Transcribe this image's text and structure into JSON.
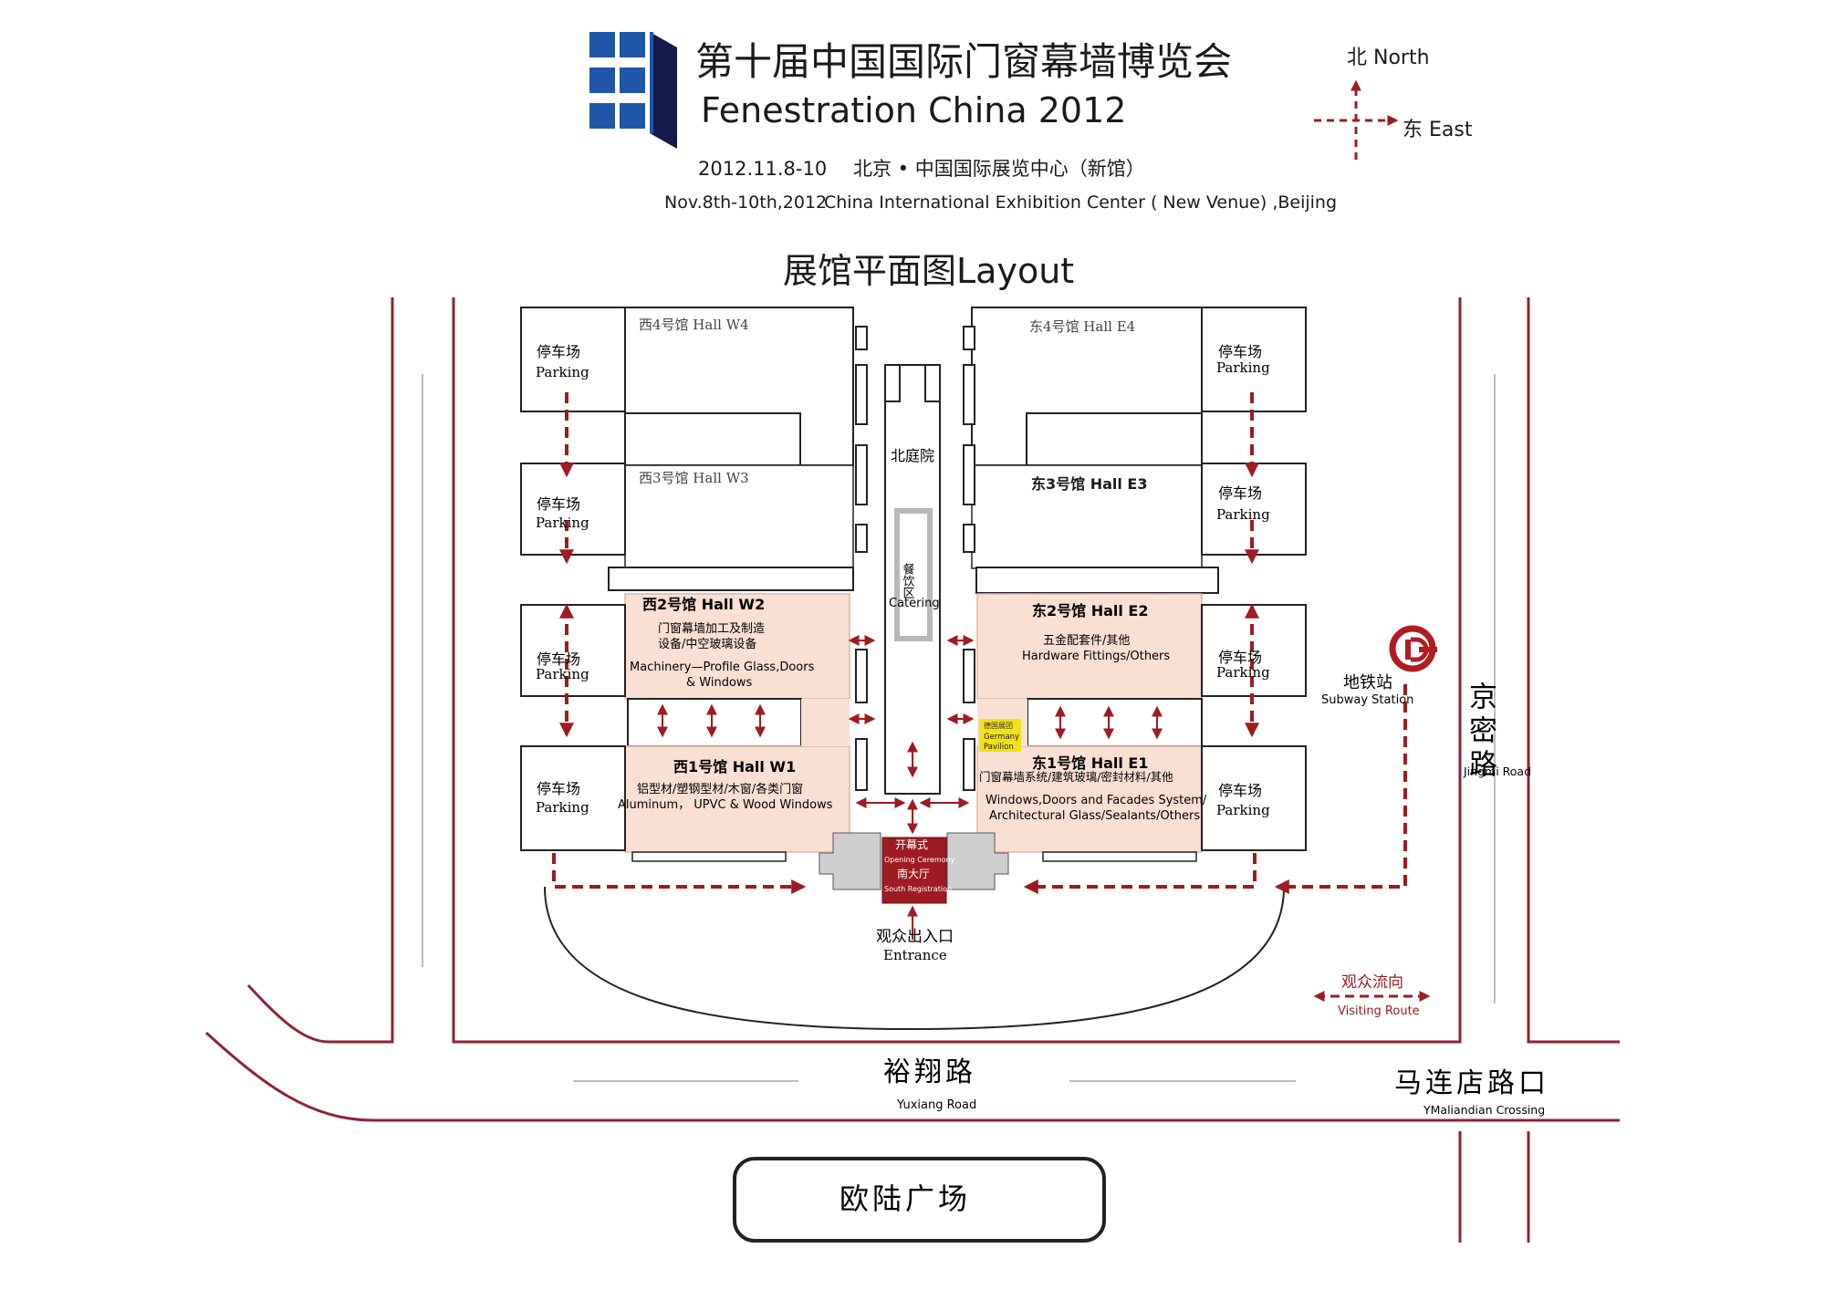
{
  "header": {
    "title_cn": "第十届中国国际门窗幕墙博览会",
    "title_en": "Fenestration China 2012",
    "dates_cn": "2012.11.8-10",
    "venue_cn": "北京 • 中国国际展览中心（新馆）",
    "dates_en": "Nov.8th-10th,2012",
    "venue_en": "China International Exhibition Center ( New Venue) ,Beijing",
    "layout_title": "展馆平面图Layout"
  },
  "compass": {
    "north": "北 North",
    "east": "东 East"
  },
  "halls": {
    "w4": {
      "label": "西4号馆  Hall W4"
    },
    "w3": {
      "label": "西3号馆  Hall W3"
    },
    "w2": {
      "label": "西2号馆  Hall W2",
      "desc_cn_1": "门窗幕墙加工及制造",
      "desc_cn_2": "设备/中空玻璃设备",
      "desc_en_1": "Machinery—Profile Glass,Doors",
      "desc_en_2": "& Windows"
    },
    "w1": {
      "label": "西1号馆  Hall W1",
      "desc_cn": "铝型材/塑钢型材/木窗/各类门窗",
      "desc_en": "Aluminum， UPVC & Wood Windows"
    },
    "e4": {
      "label": "东4号馆  Hall E4"
    },
    "e3": {
      "label": "东3号馆  Hall E3"
    },
    "e2": {
      "label": "东2号馆  Hall E2",
      "desc_cn": "五金配套件/其他",
      "desc_en": "Hardware Fittings/Others"
    },
    "e1": {
      "label": "东1号馆  Hall E1",
      "desc_cn": "门窗幕墙系统/建筑玻璃/密封材料/其他",
      "desc_en_1": "Windows,Doors and Facades System/",
      "desc_en_2": "Architectural Glass/Sealants/Others"
    }
  },
  "courtyard": {
    "north_yard": "北庭院",
    "catering_cn": "餐饮区",
    "catering_en": "Catering"
  },
  "germany_pavilion": {
    "cn": "德国展团",
    "en_1": "Germany",
    "en_2": "Pavilion"
  },
  "parking": {
    "cn": "停车场",
    "en": "Parking"
  },
  "south_hall": {
    "ceremony_cn": "开幕式",
    "ceremony_en": "Opening Ceremony",
    "registration_cn": "南大厅",
    "registration_en": "South Registration"
  },
  "entrance": {
    "cn": "观众出入口",
    "en": "Entrance"
  },
  "subway": {
    "cn": "地铁站",
    "en": "Subway Station"
  },
  "roads": {
    "jingmi_cn": "京密路",
    "jingmi_en": "Jingmi Road",
    "yuxiang_cn": "裕翔路",
    "yuxiang_en": "Yuxiang Road",
    "malian_cn": "马连店路口",
    "malian_en": "YMaliandian Crossing",
    "oulu": "欧陆广场"
  },
  "legend": {
    "route_cn": "观众流向",
    "route_en": "Visiting Route"
  },
  "colors": {
    "accent_red": "#9e1b22",
    "road_line": "#8b2433",
    "hall_fill": "#fadfd3",
    "logo_blue": "#1f56a8",
    "logo_navy": "#141a4a",
    "germany_yellow": "#f1e219"
  }
}
